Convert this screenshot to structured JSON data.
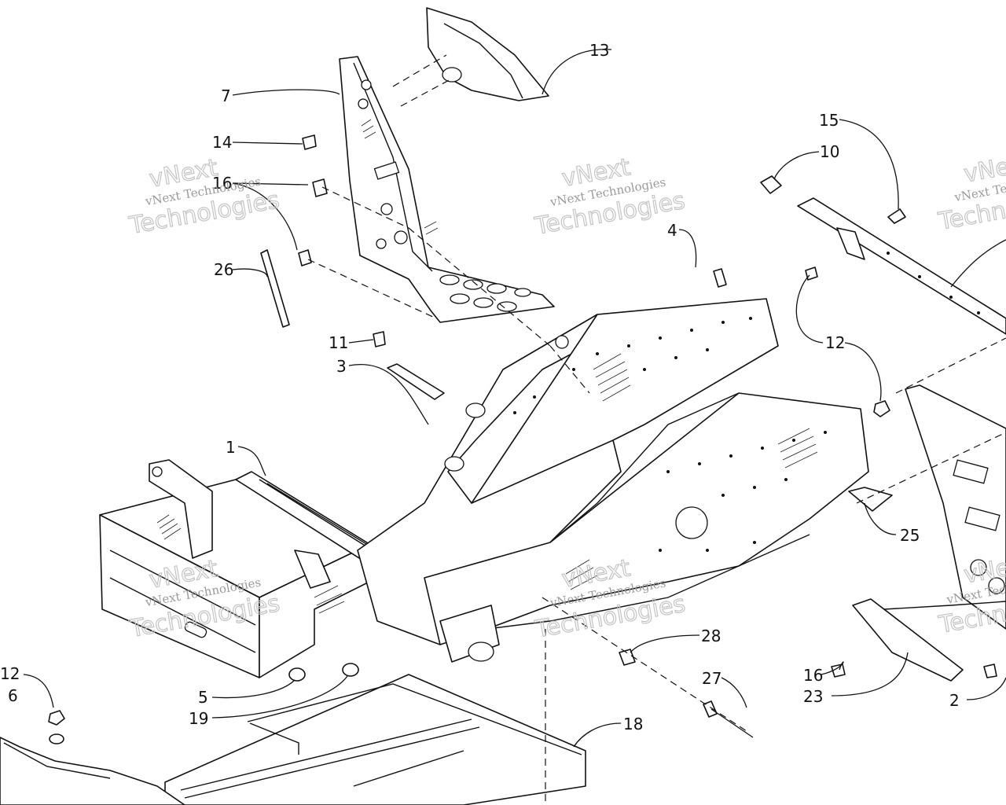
{
  "callouts": {
    "c1": "1",
    "c2": "2",
    "c3": "3",
    "c4": "4",
    "c5": "5",
    "c6": "6",
    "c7": "7",
    "c10": "10",
    "c11": "11",
    "c12a": "12",
    "c12b": "12",
    "c13": "13",
    "c14": "14",
    "c15": "15",
    "c16a": "16",
    "c16b": "16",
    "c18": "18",
    "c19": "19",
    "c23": "23",
    "c25": "25",
    "c26": "26",
    "c27": "27",
    "c28": "28"
  },
  "watermark": {
    "line1": "vNext",
    "line2": "vNext Technologies",
    "line3": "Technologies"
  }
}
